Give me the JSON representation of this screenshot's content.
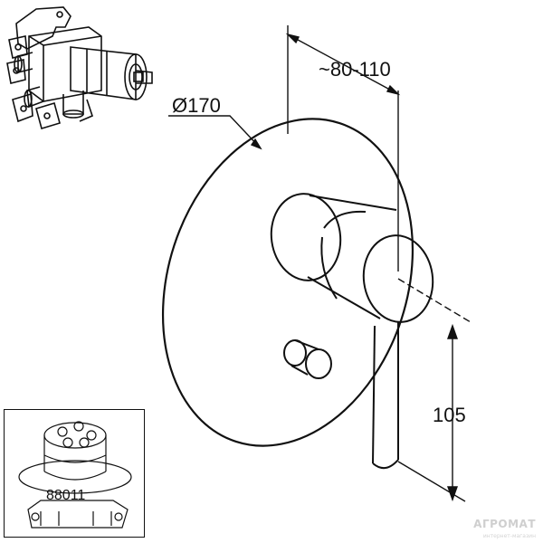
{
  "dimensions": {
    "diameter_label": "Ø170",
    "depth_label": "~80-110",
    "height_label": "105"
  },
  "inset": {
    "part_number": "88011"
  },
  "watermark": {
    "brand": "АГРОМАТ",
    "tagline": "интернет-магазин"
  },
  "colors": {
    "line": "#111111",
    "background": "#ffffff",
    "watermark": "#cfcfcf"
  },
  "icons": {
    "valve_body": "valve-body-icon",
    "cartridge": "cartridge-icon"
  }
}
